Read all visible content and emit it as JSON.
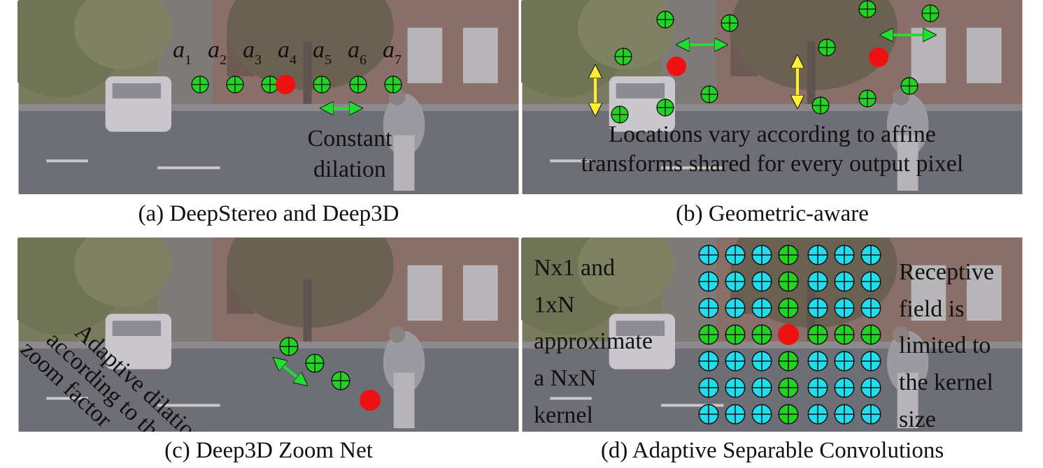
{
  "colors": {
    "dot_green": "#22d322",
    "dot_cyan": "#22ddee",
    "dot_red": "#ee1111",
    "arrow_green": "#22dd33",
    "arrow_yellow": "#ffee33"
  },
  "panels": {
    "a": {
      "caption": "(a)  DeepStereo and Deep3D",
      "labels": [
        "a",
        "a",
        "a",
        "a",
        "a",
        "a",
        "a"
      ],
      "subscripts": [
        "1",
        "2",
        "3",
        "4",
        "5",
        "6",
        "7"
      ],
      "text_line1": "Constant",
      "text_line2": "dilation"
    },
    "b": {
      "caption": "(b)  Geometric-aware",
      "text_line1": "Locations vary according to affine",
      "text_line2": "transforms shared for every output pixel"
    },
    "c": {
      "caption": "(c)  Deep3D Zoom Net",
      "text_line1": "Adaptive dilation",
      "text_line2": "according to the",
      "text_line3": "zoom factor"
    },
    "d": {
      "caption": "(d)  Adaptive Separable Convolutions",
      "left_lines": [
        "Nx1 and",
        "1xN",
        "approximate",
        "a NxN",
        "kernel"
      ],
      "right_lines": [
        "Receptive",
        "field is",
        "limited to",
        "the kernel",
        "size"
      ]
    }
  }
}
